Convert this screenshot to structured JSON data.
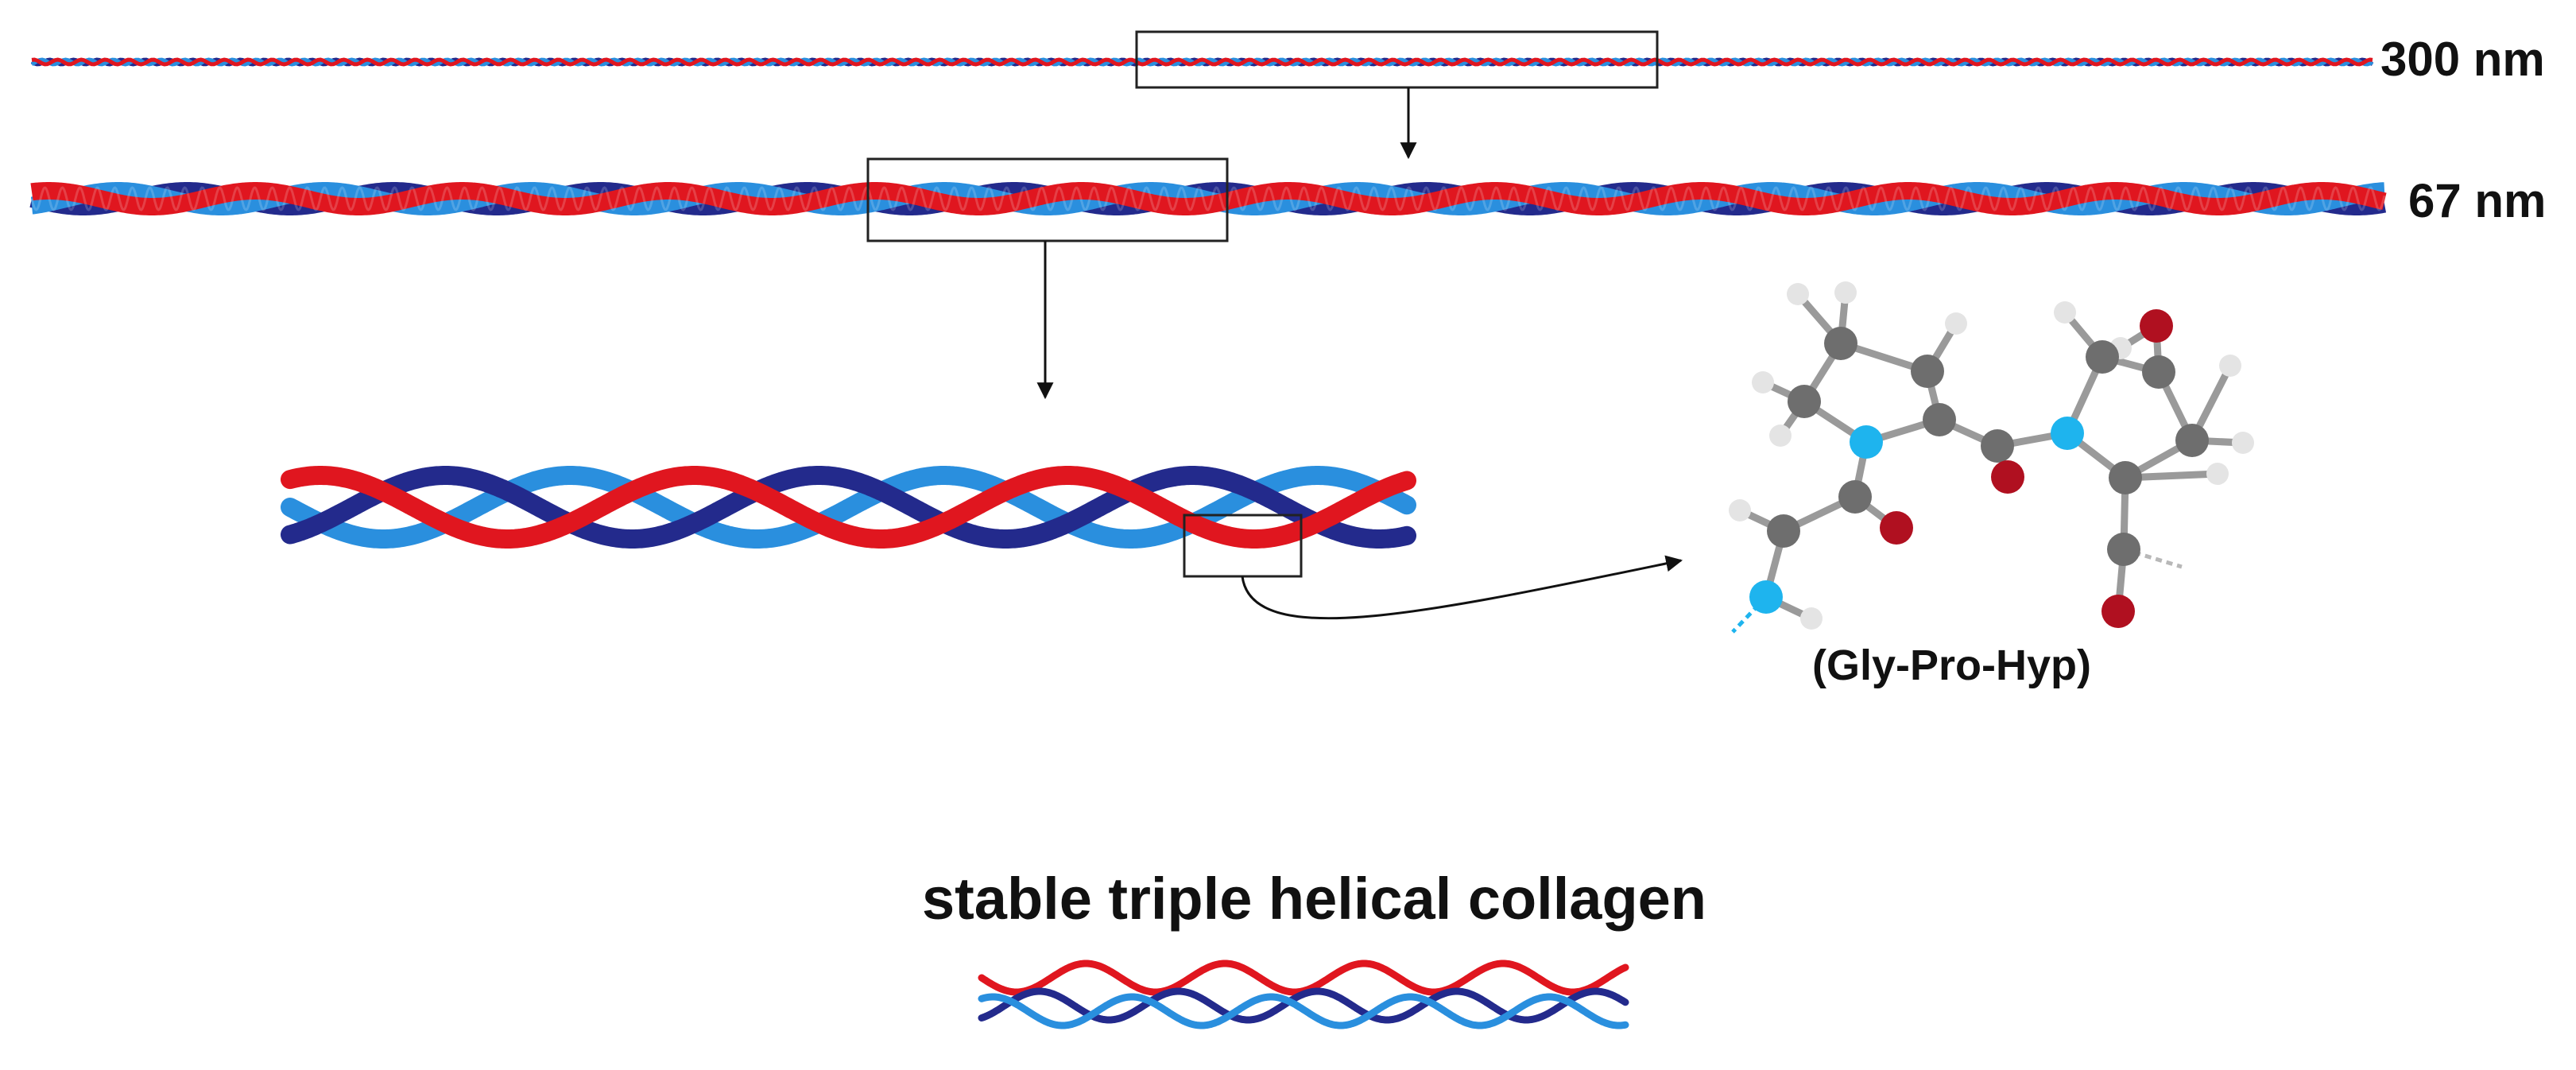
{
  "labels": {
    "length_300": "300 nm",
    "length_67": "67 nm",
    "tripeptide": "(Gly-Pro-Hyp)",
    "caption": "stable triple helical collagen"
  },
  "colors": {
    "strand_red": "#e0161f",
    "strand_light_blue": "#2a8fde",
    "strand_dark_blue": "#232a8c",
    "carbon": "#6e6e6e",
    "nitrogen": "#1eb4ee",
    "oxygen": "#b01020",
    "hydrogen": "#e4e4e4",
    "frame": "#222222",
    "arrow": "#111111"
  }
}
